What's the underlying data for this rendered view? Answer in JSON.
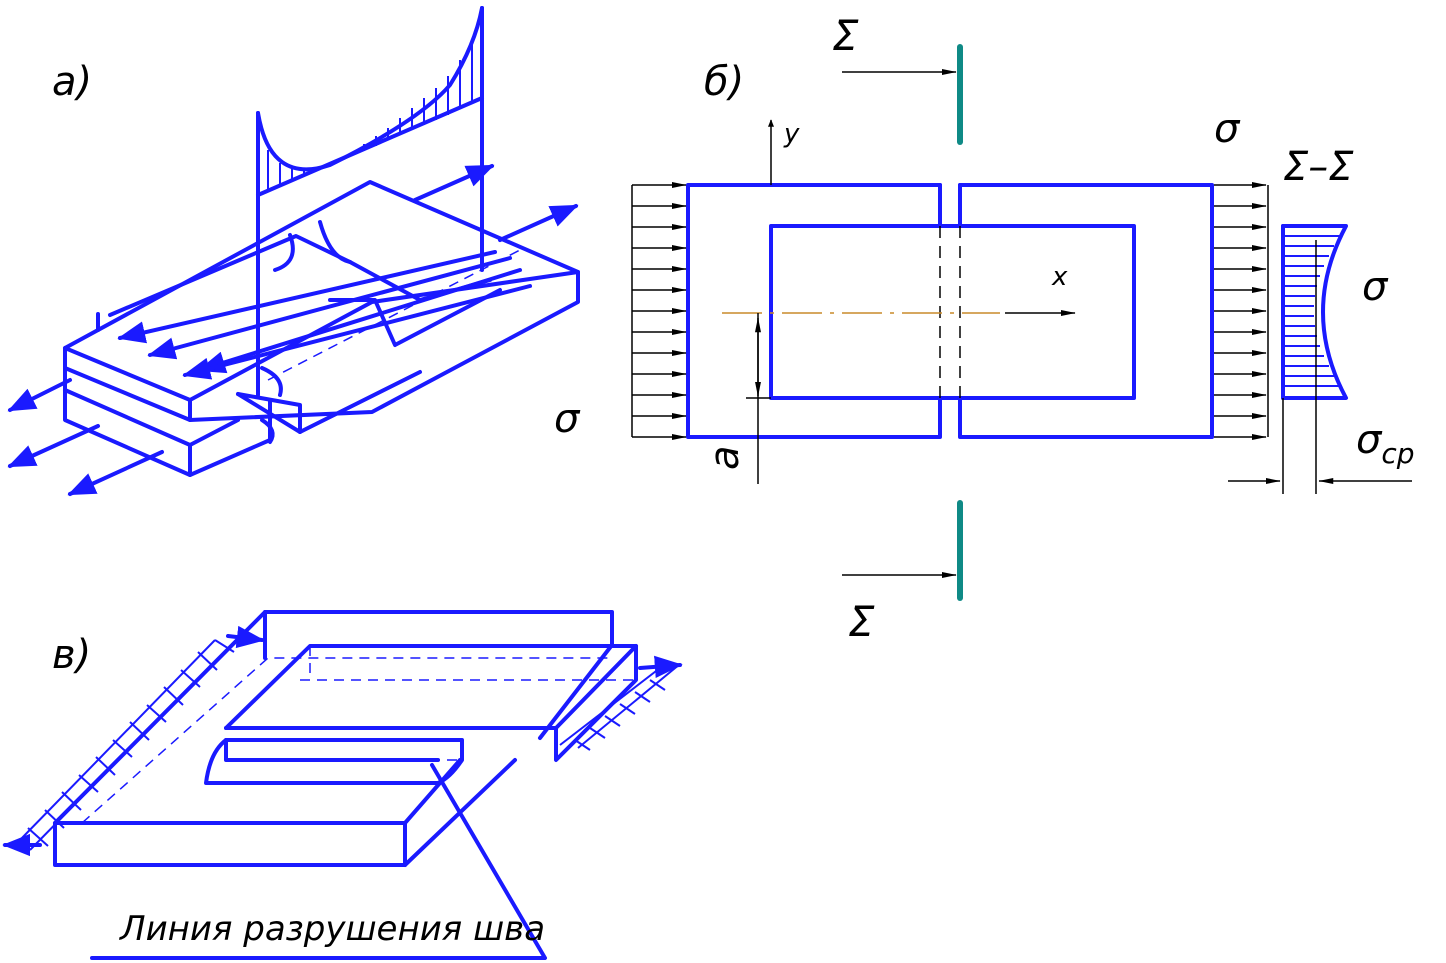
{
  "labels": {
    "a": "а)",
    "b": "б)",
    "v": "в)",
    "sigma_left": "σ",
    "sigma_top_right": "σ",
    "sigma_right": "σ",
    "sigma_cp_base": "σ",
    "sigma_cp_sub": "ср",
    "section_top": "Σ",
    "section_bottom": "Σ",
    "section_label": "Σ–Σ",
    "axis_y": "y",
    "axis_x": "x",
    "dim_a": "a",
    "fracture_line": "Линия разрушения шва"
  },
  "colors": {
    "line": "#1a1aff",
    "section_marker": "#0f8a86",
    "axis": "#c98a2a"
  }
}
